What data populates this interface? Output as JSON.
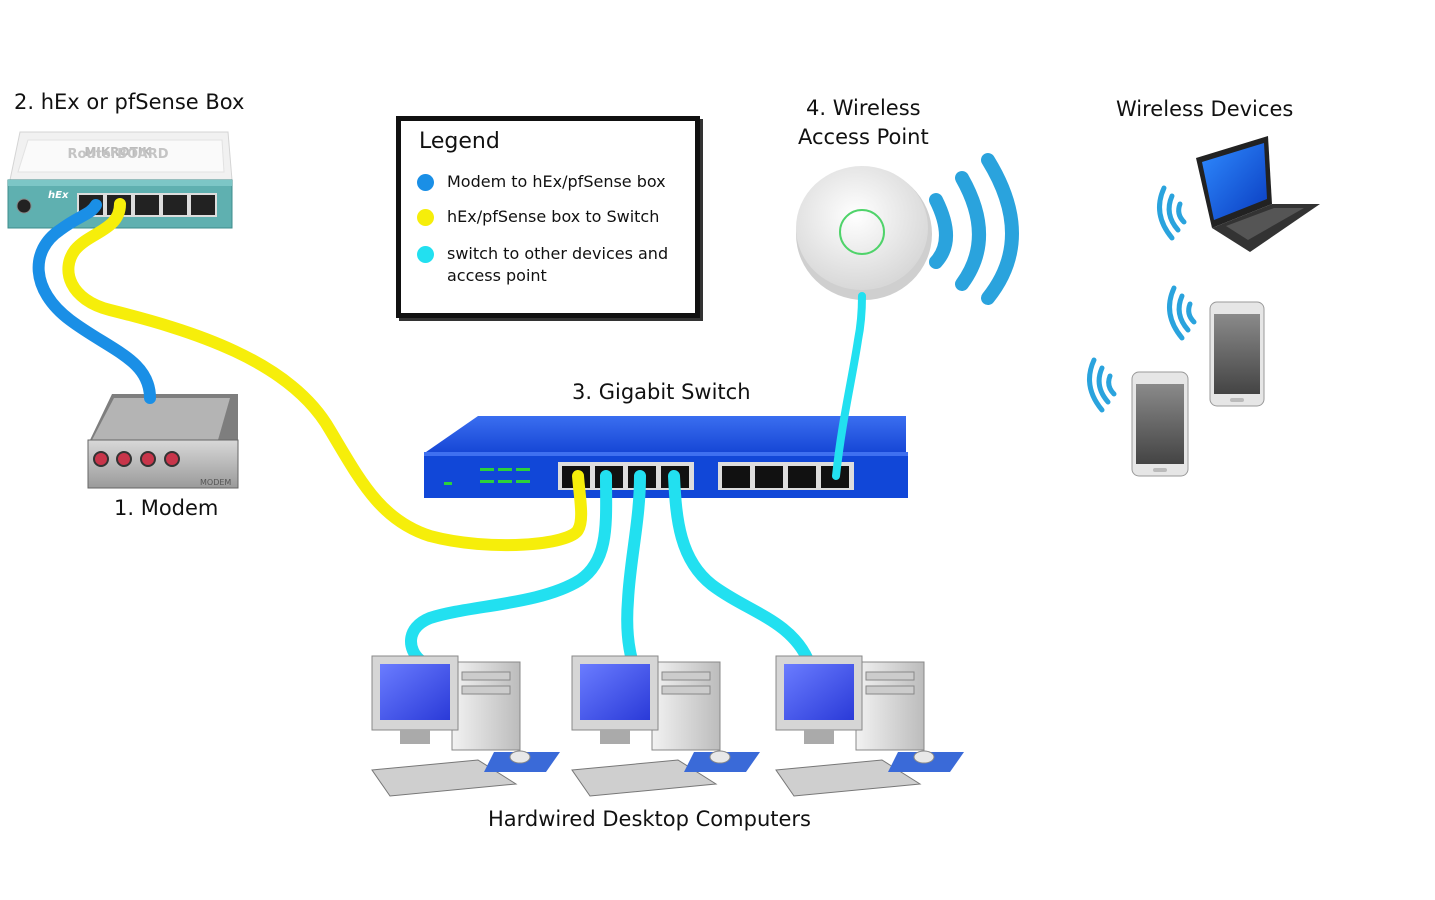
{
  "title": "Stoplagging.com's Home Network Setup",
  "nodes": {
    "router": "2. hEx or pfSense Box",
    "router_brand": "RouterBOARD",
    "router_model": "hEx",
    "modem": "1. Modem",
    "modem_plate": "MODEM",
    "switch": "3. Gigabit Switch",
    "ap_line1": "4. Wireless",
    "ap_line2": "Access Point",
    "wireless_devices": "Wireless Devices",
    "desktops": "Hardwired Desktop Computers"
  },
  "legend": {
    "title": "Legend",
    "items": [
      {
        "label": "Modem to hEx/pfSense box",
        "color": "#1a8fe6"
      },
      {
        "label": "hEx/pfSense box to Switch",
        "color": "#f6ee0a"
      },
      {
        "label": "switch to other devices and access point",
        "color": "#22e0f0"
      }
    ]
  },
  "colors": {
    "cable_blue": "#1a8fe6",
    "cable_yellow": "#f6ee0a",
    "cable_cyan": "#22e0f0",
    "switch_body": "#1147d8",
    "wifi": "#2aa3dd"
  }
}
